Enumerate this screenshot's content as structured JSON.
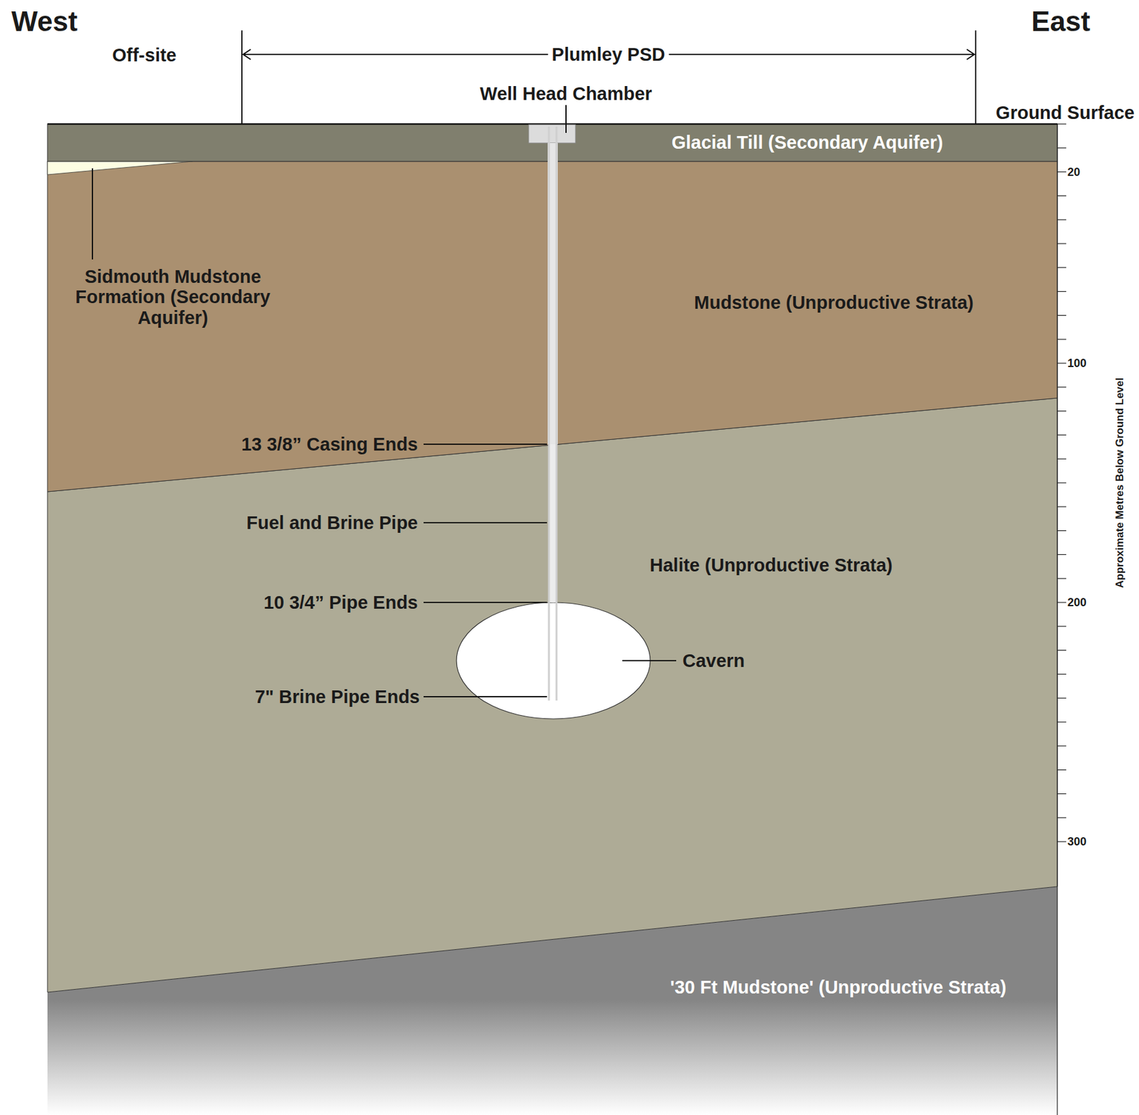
{
  "diagram": {
    "nodes": [
      {
        "text": [
          "Glacial Till (Secondary Aquifer)"
        ]
      },
      {
        "text": [
          "Mudstone (Unproductive Strata)"
        ]
      },
      {
        "text": [
          "Halite (Unproductive Strata)"
        ]
      },
      {
        "text": [
          "'30 Ft Mudstone' (Unproductive Strata)"
        ]
      }
    ],
    "edges": [],
    "labels": [
      "West",
      "East",
      "Off-site",
      "Plumley PSD",
      "Well Head Chamber",
      "Ground Surface",
      "Sidmouth Mudstone Formation (Secondary Aquifer)",
      "13 3/8” Casing Ends",
      "Fuel and Brine Pipe",
      "10 3/4” Pipe Ends",
      "Cavern",
      "7\" Brine Pipe Ends",
      "20",
      "100",
      "200",
      "300",
      "Approximate Metres Below Ground Level"
    ]
  }
}
